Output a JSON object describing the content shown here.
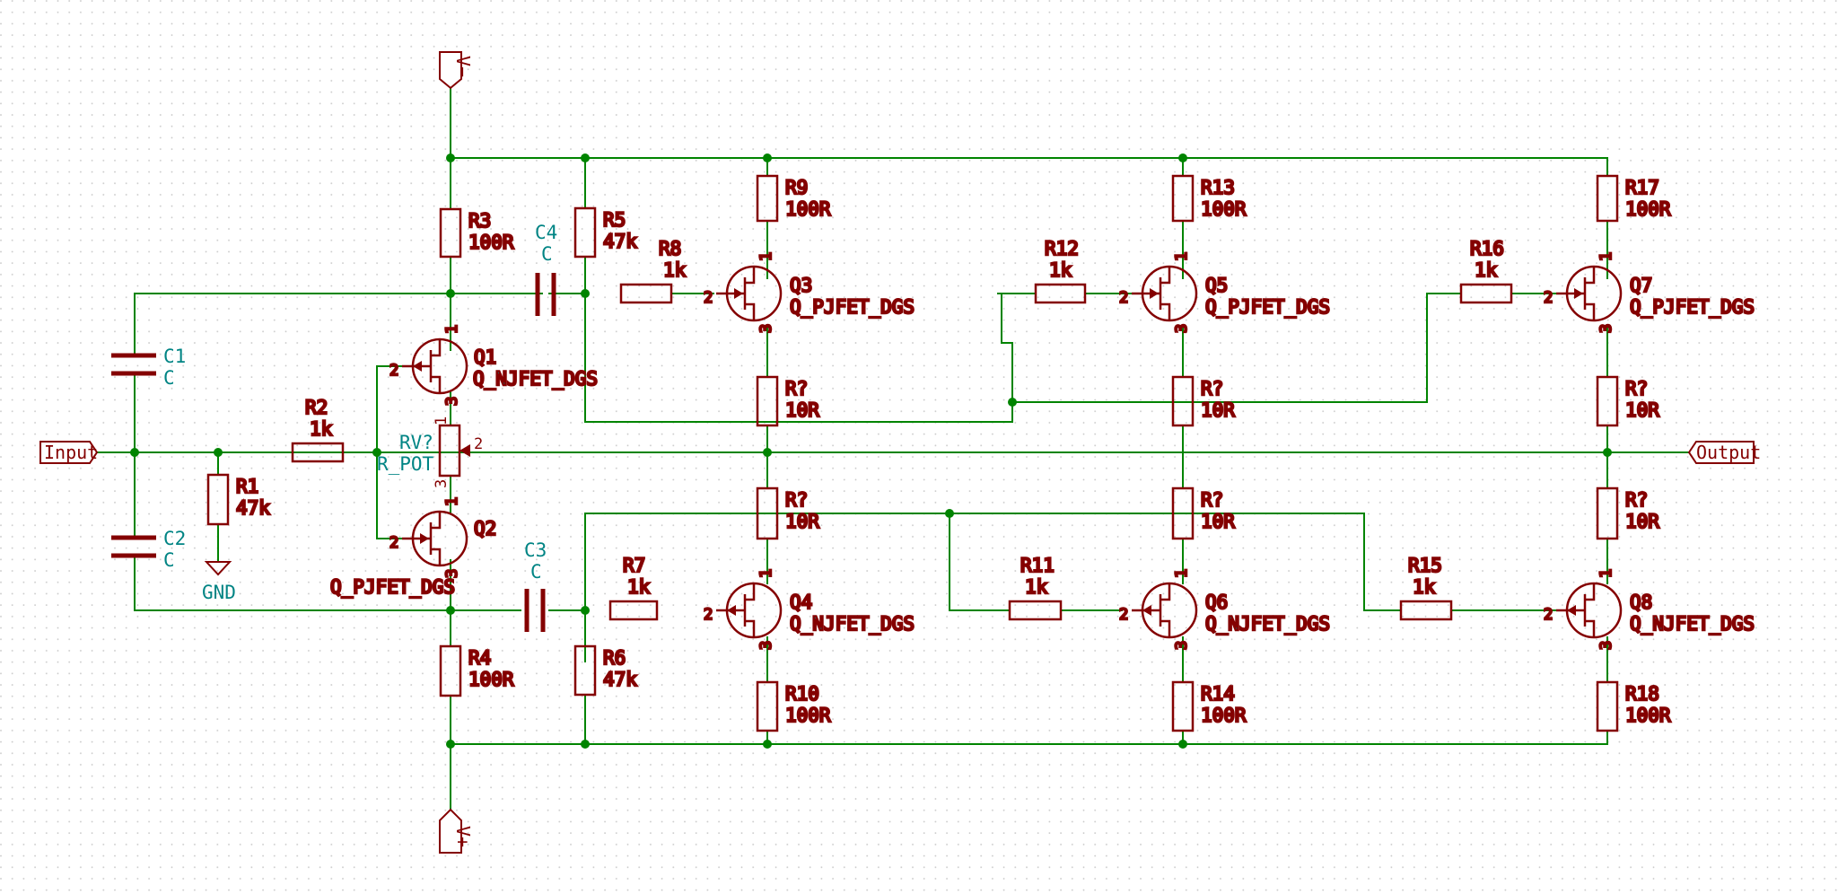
{
  "schematic": {
    "ports": {
      "input": "Input",
      "output": "Output",
      "vminus": "V−",
      "vplus": "V+",
      "gnd": "GND"
    },
    "resistors": [
      {
        "ref": "R1",
        "value": "47k"
      },
      {
        "ref": "R2",
        "value": "1k"
      },
      {
        "ref": "R3",
        "value": "100R"
      },
      {
        "ref": "R4",
        "value": "100R"
      },
      {
        "ref": "R5",
        "value": "47k"
      },
      {
        "ref": "R6",
        "value": "47k"
      },
      {
        "ref": "R7",
        "value": "1k"
      },
      {
        "ref": "R8",
        "value": "1k"
      },
      {
        "ref": "R9",
        "value": "100R"
      },
      {
        "ref": "R10",
        "value": "100R"
      },
      {
        "ref": "R11",
        "value": "1k"
      },
      {
        "ref": "R12",
        "value": "1k"
      },
      {
        "ref": "R13",
        "value": "100R"
      },
      {
        "ref": "R14",
        "value": "100R"
      },
      {
        "ref": "R15",
        "value": "1k"
      },
      {
        "ref": "R16",
        "value": "1k"
      },
      {
        "ref": "R17",
        "value": "100R"
      },
      {
        "ref": "R18",
        "value": "100R"
      },
      {
        "ref": "R?",
        "value": "10R"
      },
      {
        "ref": "R?",
        "value": "10R"
      },
      {
        "ref": "R?",
        "value": "10R"
      },
      {
        "ref": "R?",
        "value": "10R"
      },
      {
        "ref": "R?",
        "value": "10R"
      },
      {
        "ref": "R?",
        "value": "10R"
      }
    ],
    "capacitors": [
      {
        "ref": "C1",
        "value": "C"
      },
      {
        "ref": "C2",
        "value": "C"
      },
      {
        "ref": "C3",
        "value": "C"
      },
      {
        "ref": "C4",
        "value": "C"
      }
    ],
    "transistors": [
      {
        "ref": "Q1",
        "value": "Q_NJFET_DGS"
      },
      {
        "ref": "Q2",
        "value": "Q_PJFET_DGS"
      },
      {
        "ref": "Q3",
        "value": "Q_PJFET_DGS"
      },
      {
        "ref": "Q4",
        "value": "Q_NJFET_DGS"
      },
      {
        "ref": "Q5",
        "value": "Q_PJFET_DGS"
      },
      {
        "ref": "Q6",
        "value": "Q_NJFET_DGS"
      },
      {
        "ref": "Q7",
        "value": "Q_PJFET_DGS"
      },
      {
        "ref": "Q8",
        "value": "Q_NJFET_DGS"
      }
    ],
    "potentiometer": {
      "ref": "RV?",
      "value": "R_POT"
    },
    "pins": {
      "p1": "1",
      "p2": "2",
      "p3": "3"
    },
    "colors": {
      "wire": "#008400",
      "component": "#840000",
      "label": "#008484",
      "junction": "#008400",
      "grid": "#c8c8c8",
      "background": "#ffffff"
    }
  }
}
